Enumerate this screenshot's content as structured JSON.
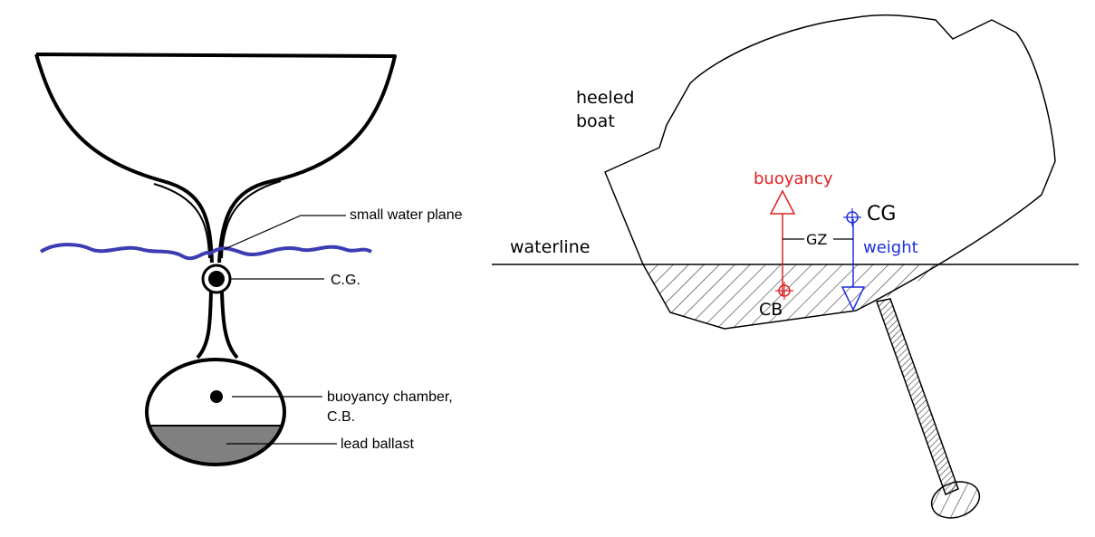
{
  "left_diagram": {
    "labels": {
      "small_water_plane": "small water plane",
      "cg": "C.G.",
      "buoyancy_chamber_line1": "buoyancy chamber,",
      "buoyancy_chamber_line2": "C.B.",
      "lead_ballast": "lead ballast"
    },
    "colors": {
      "water": "#3c3cb4",
      "ballast": "#808080",
      "outline": "#000000"
    }
  },
  "right_diagram": {
    "labels": {
      "heeled_line1": "heeled",
      "heeled_line2": "boat",
      "waterline": "waterline",
      "buoyancy": "buoyancy",
      "weight": "weight",
      "cg": "CG",
      "cb": "CB",
      "gz": "GZ"
    },
    "colors": {
      "buoyancy": "#e02020",
      "weight": "#1f2fe0",
      "outline": "#000000",
      "hatch": "#333333"
    }
  }
}
